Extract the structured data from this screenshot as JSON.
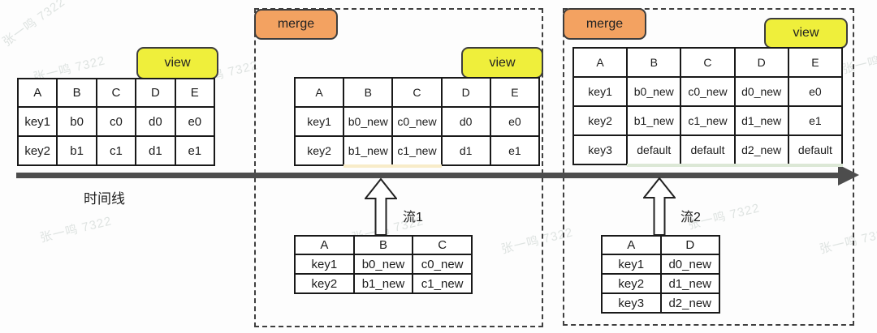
{
  "watermark": {
    "text": "张一鸣 7322"
  },
  "timeline": {
    "label": "时间线"
  },
  "badges": {
    "merge": "merge",
    "view": "view"
  },
  "streams": {
    "stream1_label": "流1",
    "stream2_label": "流2"
  },
  "colors": {
    "merge": "#f3a261",
    "view": "#efef3b",
    "tan": "#f8ecc9",
    "grn": "#dce8d6",
    "tl": "#4d4d4d"
  },
  "tables": {
    "base": {
      "columns": [
        "A",
        "B",
        "C",
        "D",
        "E"
      ],
      "rows": [
        [
          "key1",
          "b0",
          "c0",
          "d0",
          "e0"
        ],
        [
          "key2",
          "b1",
          "c1",
          "d1",
          "e1"
        ]
      ]
    },
    "merged1": {
      "columns": [
        "A",
        "B",
        "C",
        "D",
        "E"
      ],
      "rows": [
        [
          "key1",
          "b0_new",
          "c0_new",
          "d0",
          "e0"
        ],
        [
          "key2",
          "b1_new",
          "c1_new",
          "d1",
          "e1"
        ]
      ],
      "highlighted_columns": [
        "B",
        "C"
      ]
    },
    "merged2": {
      "columns": [
        "A",
        "B",
        "C",
        "D",
        "E"
      ],
      "rows": [
        [
          "key1",
          "b0_new",
          "c0_new",
          "d0_new",
          "e0"
        ],
        [
          "key2",
          "b1_new",
          "c1_new",
          "d1_new",
          "e1"
        ],
        [
          "key3",
          "default",
          "default",
          "d2_new",
          "default"
        ]
      ],
      "highlighted_columns": [
        "D"
      ],
      "highlighted_rows": [
        "key3"
      ]
    },
    "stream1": {
      "columns": [
        "A",
        "B",
        "C"
      ],
      "rows": [
        [
          "key1",
          "b0_new",
          "c0_new"
        ],
        [
          "key2",
          "b1_new",
          "c1_new"
        ]
      ]
    },
    "stream2": {
      "columns": [
        "A",
        "D"
      ],
      "rows": [
        [
          "key1",
          "d0_new"
        ],
        [
          "key2",
          "d1_new"
        ],
        [
          "key3",
          "d2_new"
        ]
      ]
    }
  }
}
